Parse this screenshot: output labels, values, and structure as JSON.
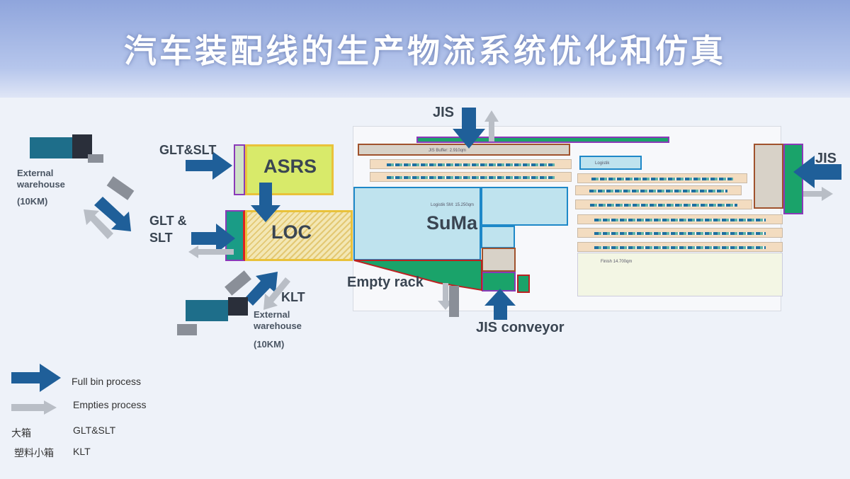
{
  "title": "汽车装配线的生产物流系统优化和仿真",
  "labels": {
    "ext_wh_1": [
      "External",
      "warehouse",
      "(10KM)"
    ],
    "ext_wh_2": [
      "External",
      "warehouse",
      "(10KM)"
    ],
    "glt_slt_top": "GLT&SLT",
    "glt_slt_mid": [
      "GLT &",
      "SLT"
    ],
    "klt": "KLT",
    "asrs": "ASRS",
    "loc": "LOC",
    "suma": "SuMa",
    "empty_rack": "Empty rack",
    "jis_top": "JIS",
    "jis_right": "JIS",
    "jis_conveyor": "JIS conveyor",
    "jis_buffer": "JIS Buffer: 2.910qm",
    "logistik_sm": "Logistik SM: 15.250qm",
    "logistik": "Logistik",
    "finish": "Finish 14.700qm"
  },
  "legend": [
    {
      "symbol": "blue-arrow",
      "text": "Full bin process"
    },
    {
      "symbol": "gray-arrow",
      "text": "Empties process"
    },
    {
      "symbol": "大箱",
      "text": "GLT&SLT"
    },
    {
      "symbol": "塑料小箱",
      "text": "KLT"
    }
  ],
  "colors": {
    "full": "#1f5f99",
    "empty": "#b9bec6",
    "asrs": "#d8ea6a",
    "suma": "#bfe3ee",
    "green": "#1aa36a"
  }
}
